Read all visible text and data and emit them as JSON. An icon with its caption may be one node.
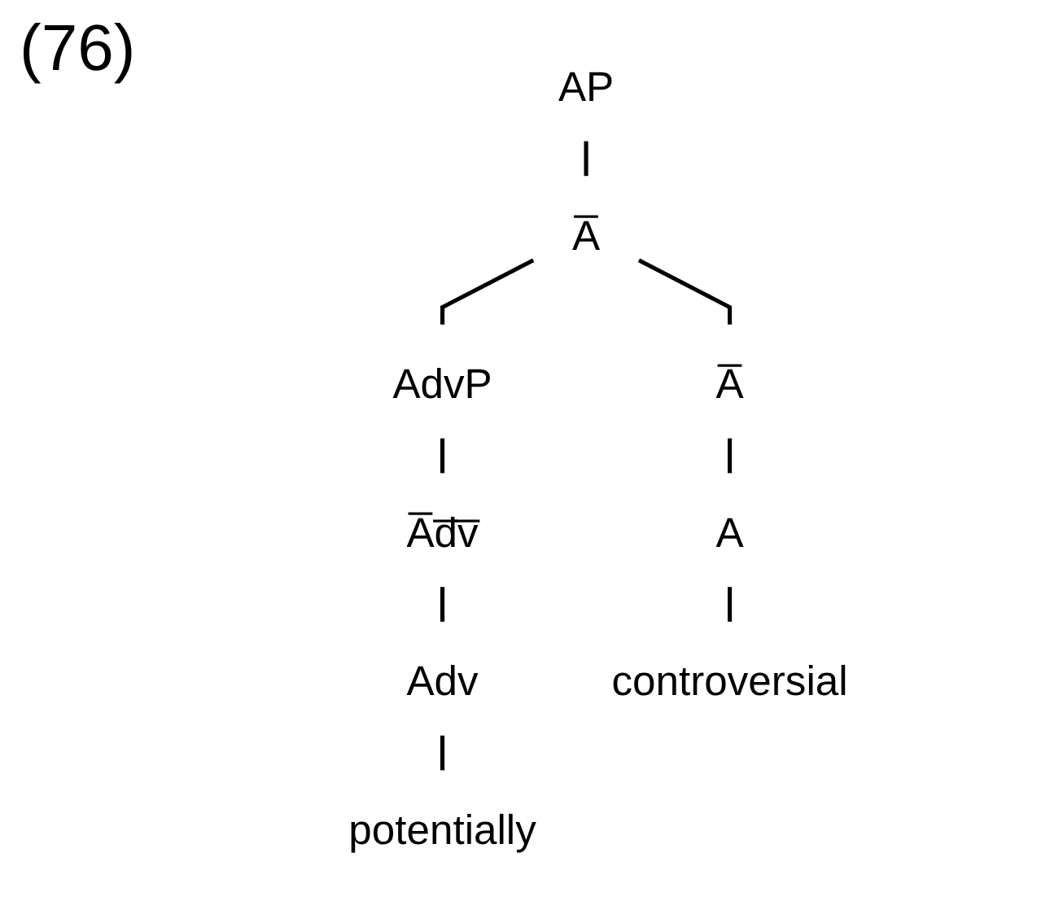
{
  "diagram": {
    "nodes": [
      {
        "text": [
          "AP"
        ]
      },
      {
        "text": [
          "A̅"
        ]
      },
      {
        "text": [
          "AdvP"
        ]
      },
      {
        "text": [
          "A̅d̅v̅"
        ]
      },
      {
        "text": [
          "Adv"
        ]
      },
      {
        "text": [
          "potentially"
        ]
      },
      {
        "text": [
          "A̅"
        ]
      },
      {
        "text": [
          "A"
        ]
      },
      {
        "text": [
          "controversial"
        ]
      }
    ],
    "edges": [
      {
        "from": 0,
        "to": 1,
        "arrow": "none"
      },
      {
        "from": 1,
        "to": 2,
        "arrow": "none"
      },
      {
        "from": 1,
        "to": 6,
        "arrow": "none"
      },
      {
        "from": 2,
        "to": 3,
        "arrow": "none"
      },
      {
        "from": 3,
        "to": 4,
        "arrow": "none"
      },
      {
        "from": 4,
        "to": 5,
        "arrow": "none"
      },
      {
        "from": 6,
        "to": 7,
        "arrow": "none"
      },
      {
        "from": 7,
        "to": 8,
        "arrow": "none"
      }
    ],
    "labels": [
      "(76)"
    ]
  }
}
